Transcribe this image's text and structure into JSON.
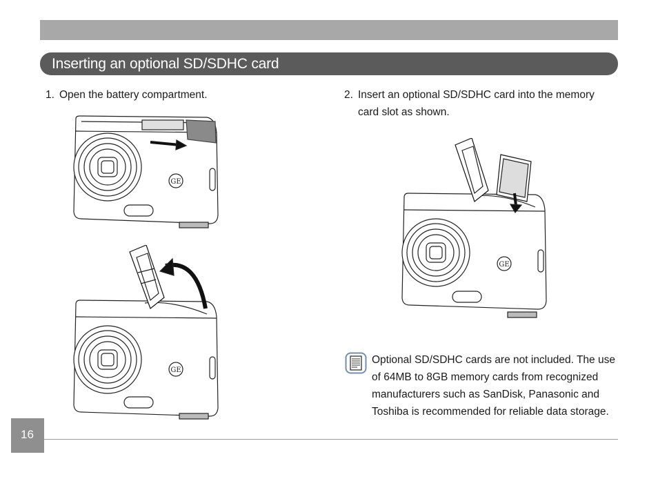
{
  "header": {
    "title": "Inserting an optional SD/SDHC card"
  },
  "steps": [
    {
      "number": "1.",
      "text": "Open the battery compartment."
    },
    {
      "number": "2.",
      "text": "Insert an optional SD/SDHC card into the memory card slot as shown."
    }
  ],
  "note": {
    "icon": "note-icon",
    "text": "Optional SD/SDHC cards are not included. The use of 64MB to 8GB memory cards from recognized manufacturers such as SanDisk, Panasonic and Toshiba is recommended for reliable data storage."
  },
  "camera": {
    "logo": "GE"
  },
  "footer": {
    "page_number": "16"
  },
  "colors": {
    "top_bar": "#a8a8a8",
    "header_bg": "#5b5b5b",
    "page_box": "#8f8f8f"
  }
}
